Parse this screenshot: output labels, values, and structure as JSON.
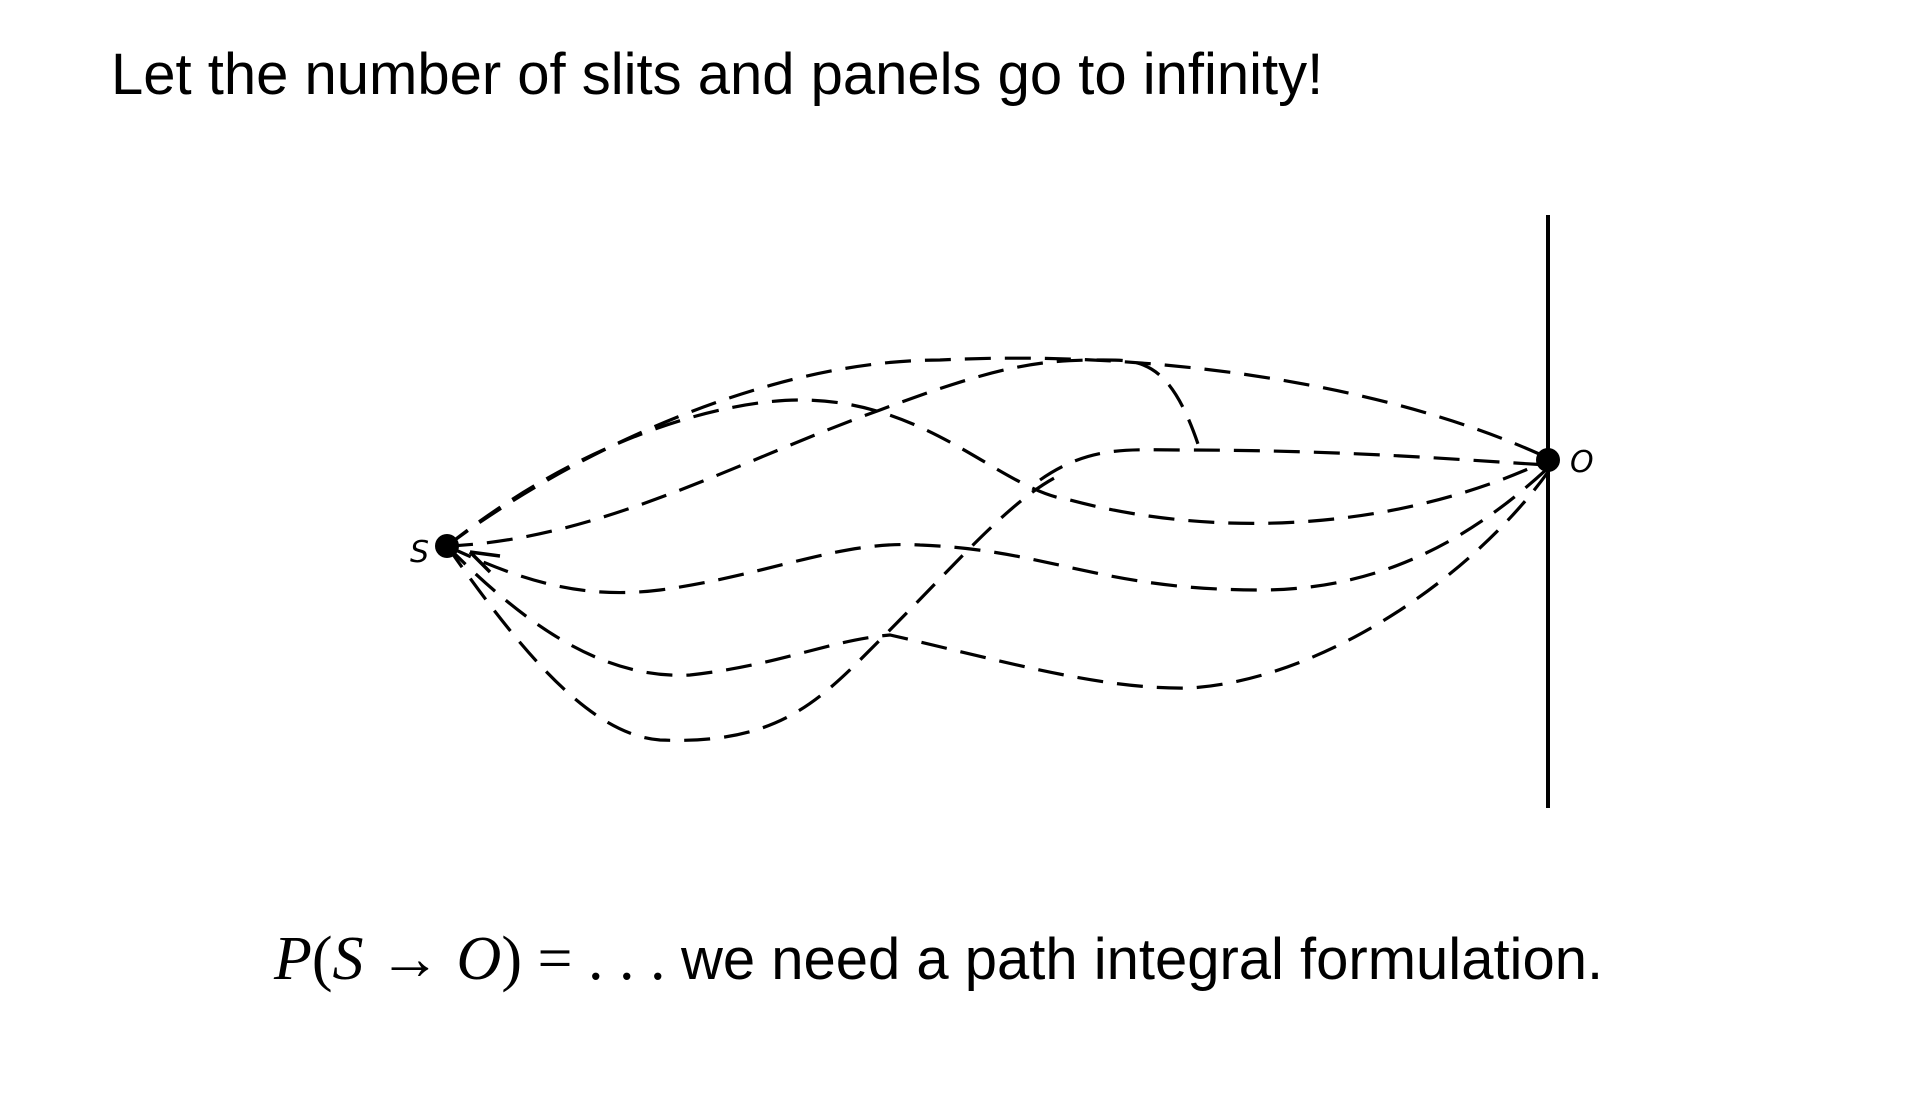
{
  "slide": {
    "title": "Let the number of slits and panels go to infinity!"
  },
  "diagram": {
    "source_label": "S",
    "observer_label": "O"
  },
  "formula": {
    "P": "P",
    "lparen": "(",
    "S": "S",
    "arrow": " → ",
    "O": "O",
    "rparen": ")",
    "equals": " = ",
    "dots": ". . . ",
    "text": "we need a path integral formulation."
  }
}
